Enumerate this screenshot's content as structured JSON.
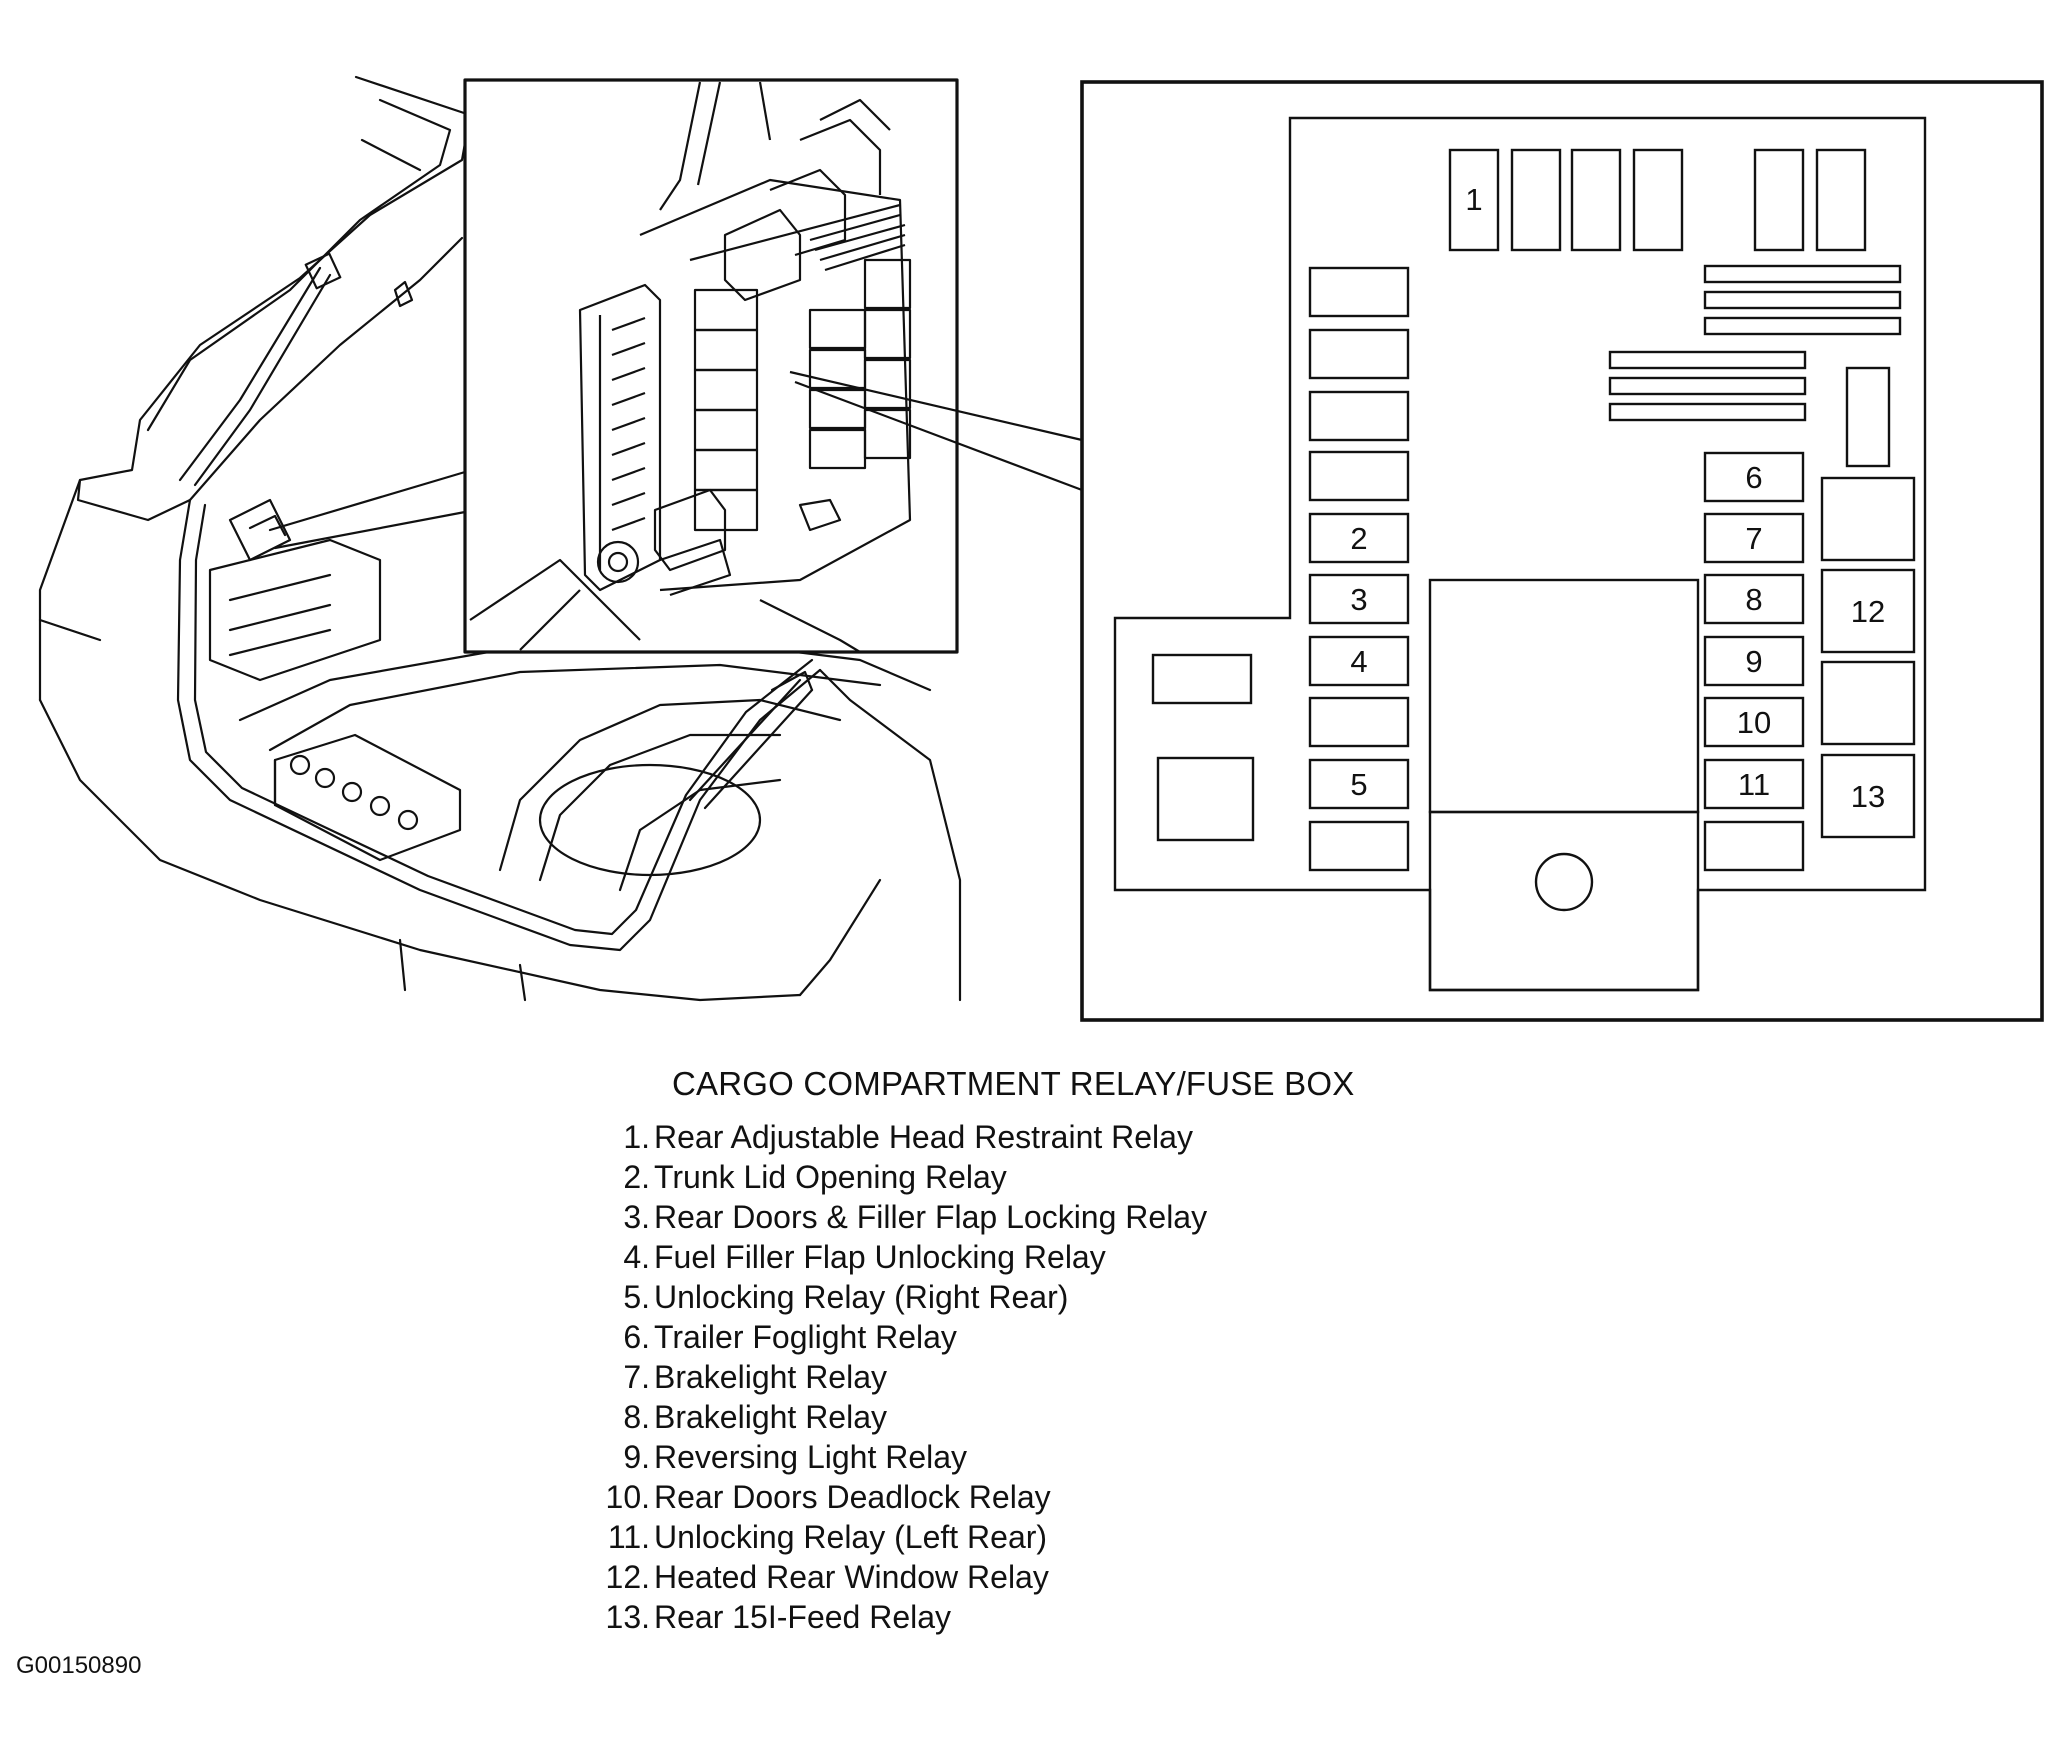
{
  "diagram": {
    "title": "CARGO COMPARTMENT RELAY/FUSE BOX",
    "figure_code": "G00150890",
    "box_labels": [
      "1",
      "2",
      "3",
      "4",
      "5",
      "6",
      "7",
      "8",
      "9",
      "10",
      "11",
      "12",
      "13"
    ],
    "legend": [
      {
        "num": "1.",
        "label": "Rear Adjustable Head Restraint Relay"
      },
      {
        "num": "2.",
        "label": "Trunk Lid Opening Relay"
      },
      {
        "num": "3.",
        "label": "Rear Doors & Filler Flap Locking Relay"
      },
      {
        "num": "4.",
        "label": "Fuel Filler Flap Unlocking Relay"
      },
      {
        "num": "5.",
        "label": "Unlocking Relay (Right Rear)"
      },
      {
        "num": "6.",
        "label": "Trailer Foglight Relay"
      },
      {
        "num": "7.",
        "label": "Brakelight Relay"
      },
      {
        "num": "8.",
        "label": "Brakelight Relay"
      },
      {
        "num": "9.",
        "label": "Reversing Light Relay"
      },
      {
        "num": "10.",
        "label": "Rear Doors Deadlock Relay"
      },
      {
        "num": "11.",
        "label": "Unlocking Relay (Left Rear)"
      },
      {
        "num": "12.",
        "label": "Heated Rear Window Relay"
      },
      {
        "num": "13.",
        "label": "Rear 15I-Feed Relay"
      }
    ]
  }
}
